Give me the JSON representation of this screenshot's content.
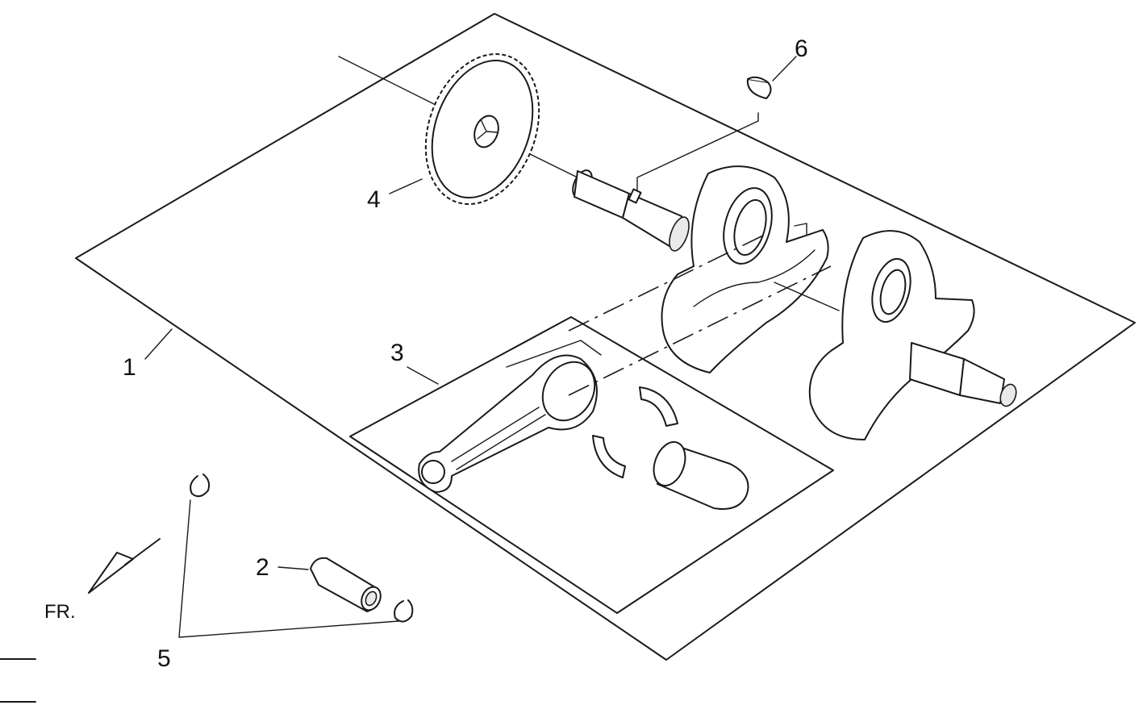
{
  "callouts": {
    "c1": "1",
    "c2": "2",
    "c3": "3",
    "c4": "4",
    "c5": "5",
    "c6": "6"
  },
  "direction_label": "FR.",
  "colors": {
    "ink": "#1a1a1a",
    "background": "#ffffff"
  }
}
